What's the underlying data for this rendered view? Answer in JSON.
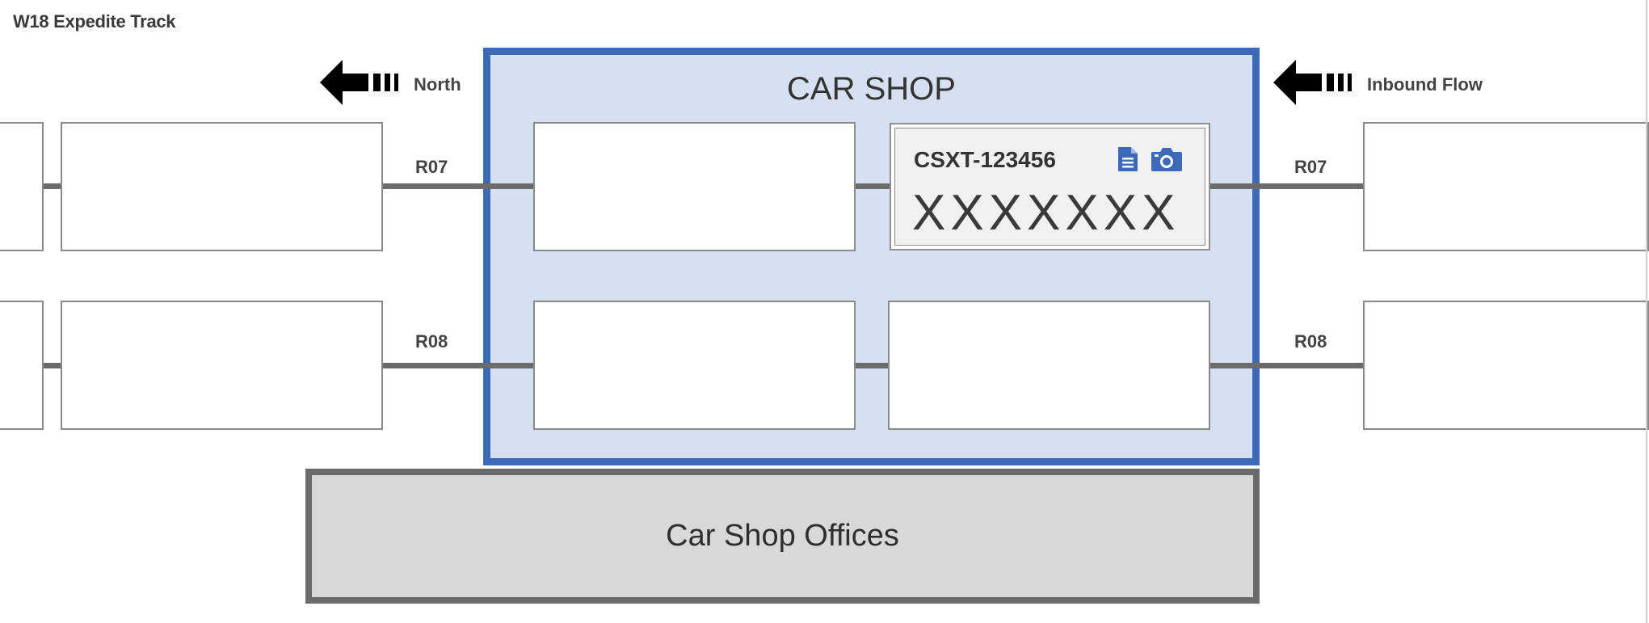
{
  "page": {
    "title": "W18 Expedite Track"
  },
  "flow": {
    "left_label": "North",
    "right_label": "Inbound Flow",
    "arrow_icon": "arrow-left-icon"
  },
  "tracks": {
    "r07_label": "R07",
    "r08_label": "R08"
  },
  "car_shop": {
    "title": "CAR SHOP",
    "occupied_slot": {
      "car_id": "CSXT-123456",
      "car_name": "XXXXXXX",
      "document_icon": "document-icon",
      "camera_icon": "camera-icon"
    }
  },
  "offices": {
    "label": "Car Shop Offices"
  },
  "colors": {
    "shop_fill": "#d6e0f1",
    "shop_border": "#3d6ab8",
    "icon_blue": "#3d6ab8",
    "track_gray": "#6b6b6b",
    "office_fill": "#d8d8d8"
  }
}
